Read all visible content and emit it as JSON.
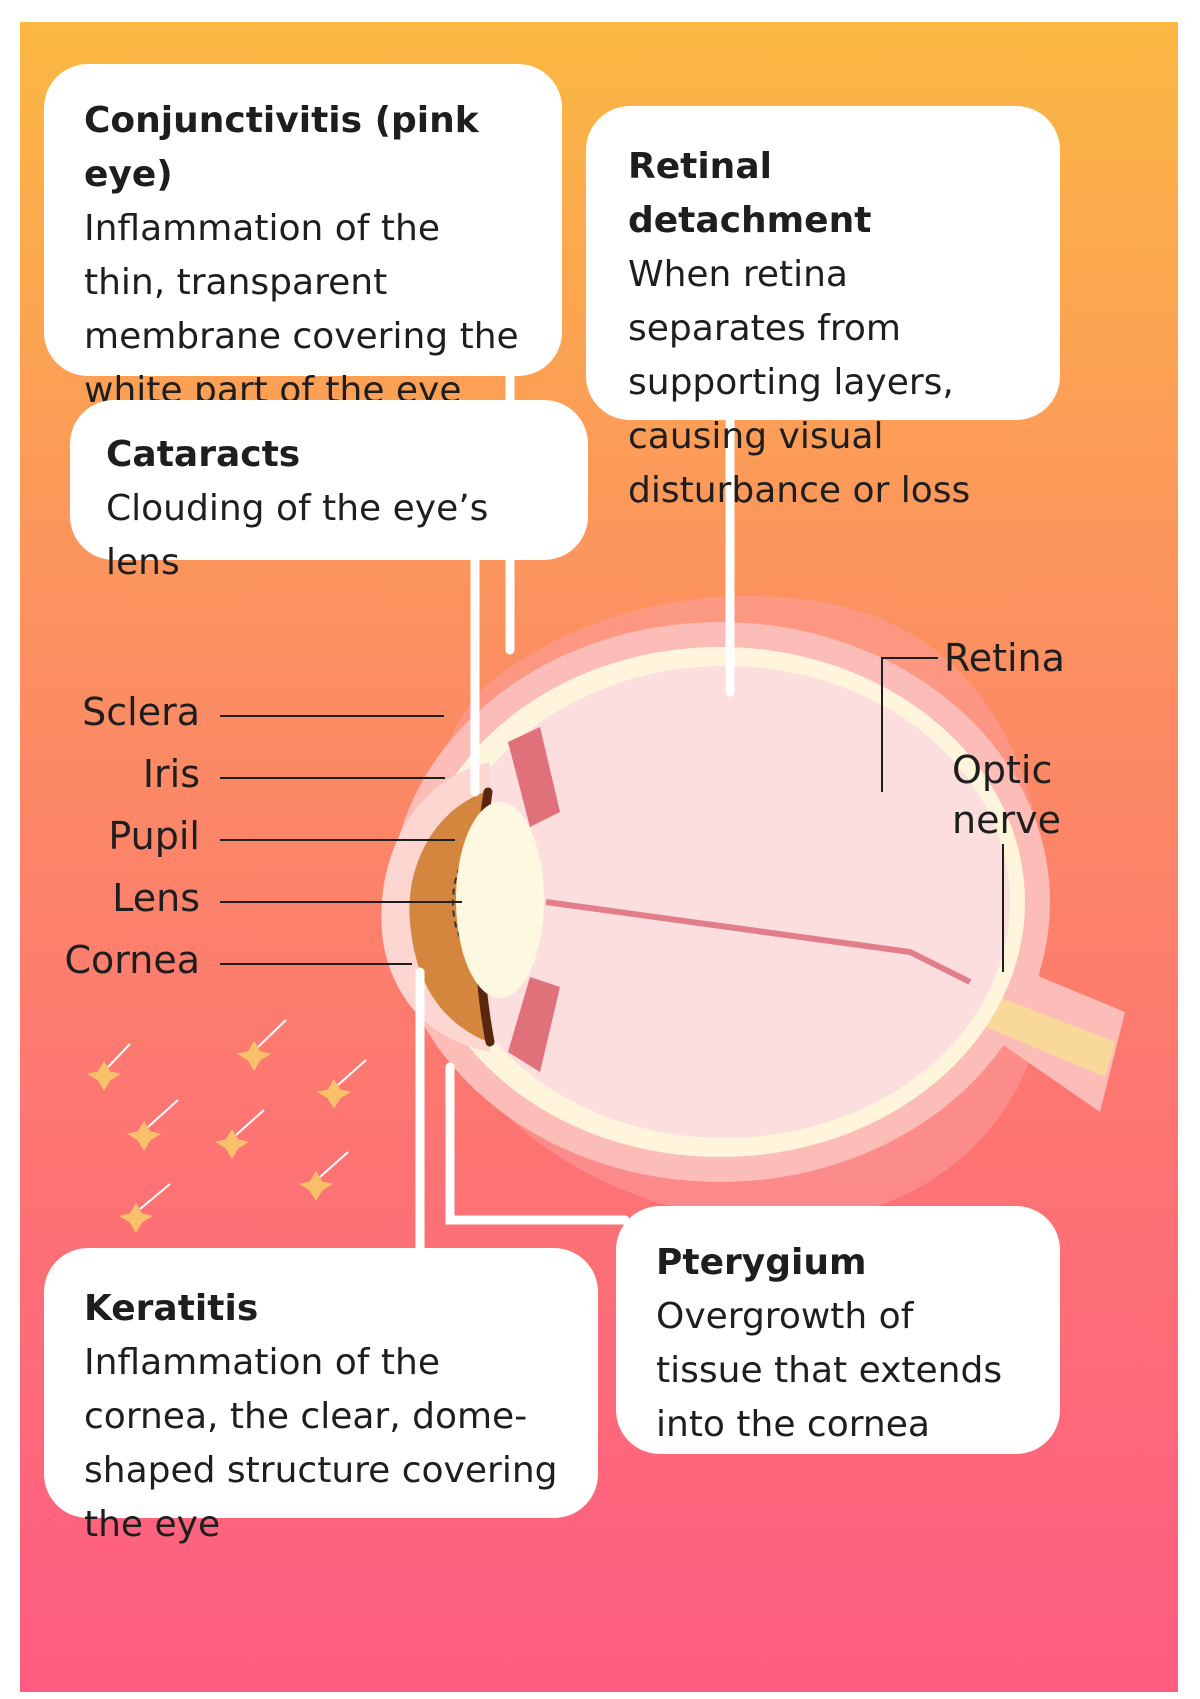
{
  "callouts": {
    "conjunctivitis": {
      "title": "Conjunctivitis (pink eye)",
      "description": "Inflammation of the thin, transparent membrane covering the white part of the eye (sclera)"
    },
    "retinal_detachment": {
      "title": "Retinal detachment",
      "description": "When retina separates from supporting layers, causing visual disturbance or loss"
    },
    "cataracts": {
      "title": "Cataracts",
      "description": "Clouding of the eye’s lens"
    },
    "keratitis": {
      "title": "Keratitis",
      "description": "Inflammation of the cornea, the clear, dome-shaped structure covering the eye"
    },
    "pterygium": {
      "title": "Pterygium",
      "description": "Overgrowth of tissue that extends into the cornea"
    }
  },
  "labels": {
    "sclera": "Sclera",
    "iris": "Iris",
    "pupil": "Pupil",
    "lens": "Lens",
    "cornea": "Cornea",
    "retina": "Retina",
    "optic_nerve_1": "Optic",
    "optic_nerve_2": "nerve"
  },
  "colors": {
    "background_top": "#fbb843",
    "background_bottom": "#fe5c83",
    "sclera": "#fcbcb7",
    "retina": "#fff5dc",
    "interior": "#fcdede",
    "iris": "#d5863e",
    "iris_edge": "#5a260e",
    "lens": "#fff8e1",
    "star": "#f8c169"
  }
}
